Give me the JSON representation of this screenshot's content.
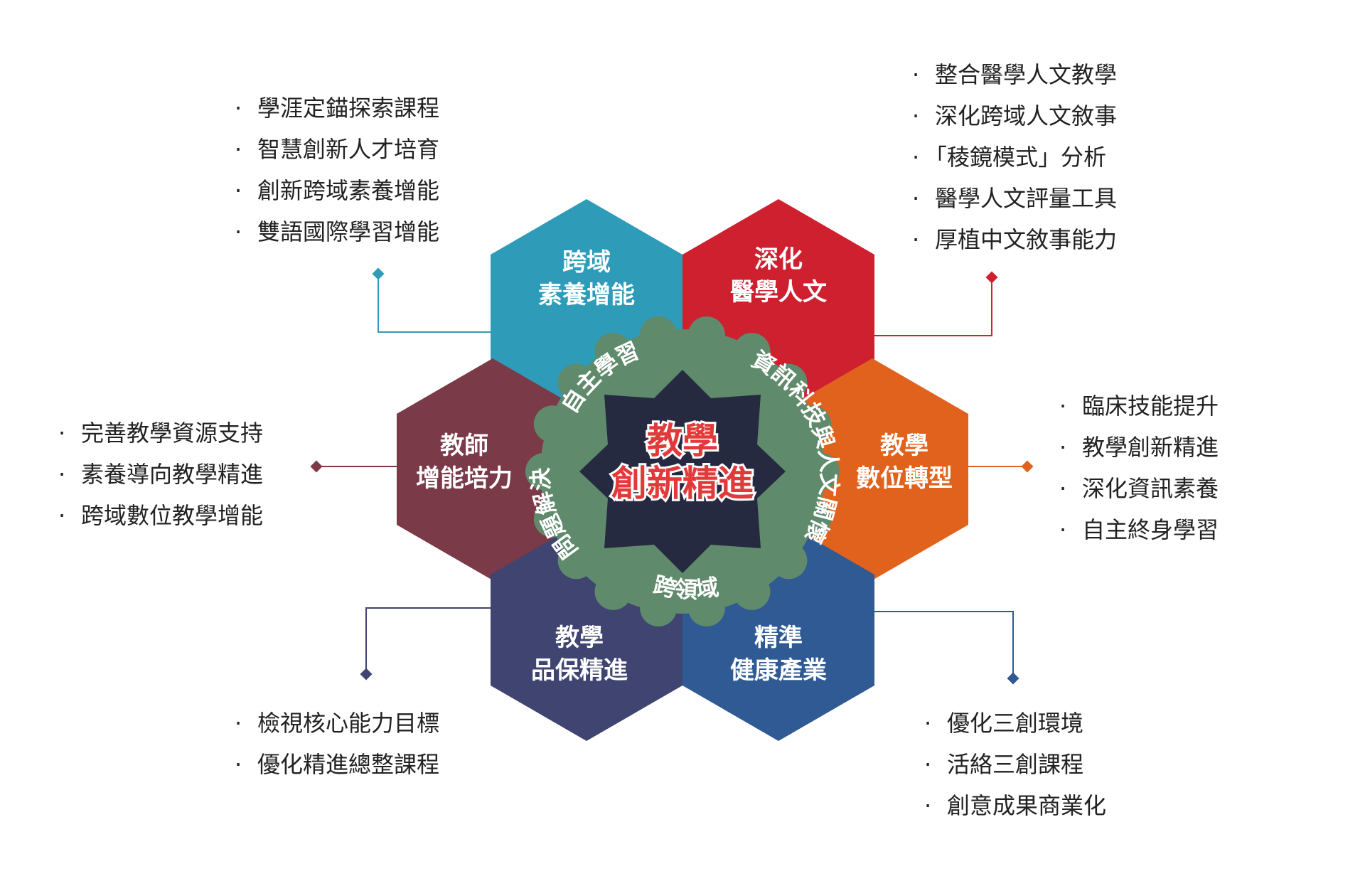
{
  "center": {
    "line1": "教學",
    "line2": "創新精進",
    "color": "#e23a3a"
  },
  "ring": {
    "color": "#5f8a6b",
    "items": [
      {
        "id": "zizhu",
        "label": "自主學習"
      },
      {
        "id": "zixun",
        "label": "資訊科技與人文關懷"
      },
      {
        "id": "kuaiyu",
        "label": "跨領域"
      },
      {
        "id": "wenti",
        "label": "問題解決"
      }
    ]
  },
  "colors": {
    "cross": "#2e9cb8",
    "medical": "#cf2030",
    "digital": "#e0621c",
    "quality": "#3f4470",
    "health": "#2f5a93",
    "teacher": "#7a3a47",
    "core": "#262a40",
    "frame": "#1e2236"
  },
  "hexagons": [
    {
      "id": "cross",
      "line1": "跨域",
      "line2": "素養增能",
      "bullets": [
        "學涯定錨探索課程",
        "智慧創新人才培育",
        "創新跨域素養增能",
        "雙語國際學習增能"
      ]
    },
    {
      "id": "medical",
      "line1": "深化",
      "line2": "醫學人文",
      "bullets": [
        "整合醫學人文教學",
        "深化跨域人文敘事",
        "「稜鏡模式」分析",
        "醫學人文評量工具",
        "厚植中文敘事能力"
      ]
    },
    {
      "id": "digital",
      "line1": "教學",
      "line2": "數位轉型",
      "bullets": [
        "臨床技能提升",
        "教學創新精進",
        "深化資訊素養",
        "自主終身學習"
      ]
    },
    {
      "id": "health",
      "line1": "精準",
      "line2": "健康產業",
      "bullets": [
        "優化三創環境",
        "活絡三創課程",
        "創意成果商業化"
      ]
    },
    {
      "id": "quality",
      "line1": "教學",
      "line2": "品保精進",
      "bullets": [
        "檢視核心能力目標",
        "優化精進總整課程"
      ]
    },
    {
      "id": "teacher",
      "line1": "教師",
      "line2": "增能培力",
      "bullets": [
        "完善教學資源支持",
        "素養導向教學精進",
        "跨域數位教學增能"
      ]
    }
  ]
}
